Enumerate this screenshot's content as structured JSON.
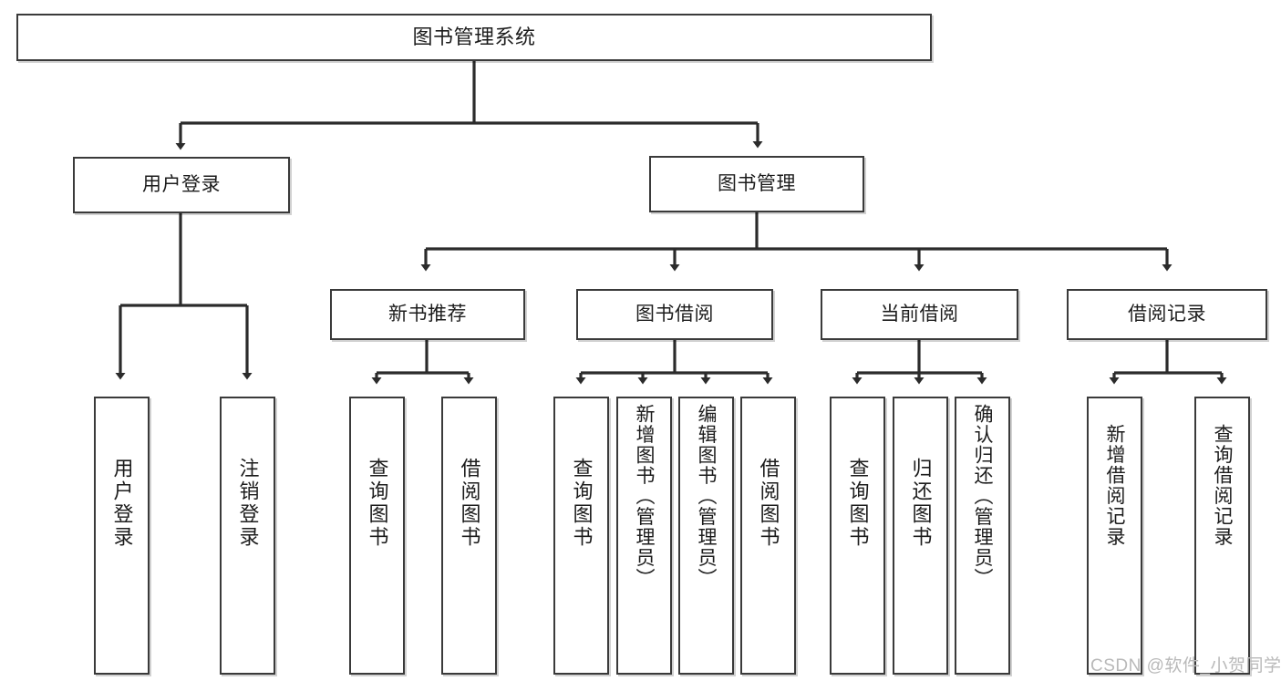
{
  "diagram": {
    "type": "hierarchy-tree",
    "title": "图书管理系统",
    "orientation": "top-down",
    "colors": {
      "box_border": "#3a3a3a",
      "box_fill": "#ffffff",
      "connector": "#2b2b2b",
      "text": "#1c1c1c",
      "watermark": "#b9b9b9"
    }
  },
  "nodes": {
    "root": {
      "label": "图书管理系统",
      "level": 0
    },
    "level1": [
      {
        "id": "user-login",
        "label": "用户登录"
      },
      {
        "id": "book-manage",
        "label": "图书管理"
      }
    ],
    "level2": [
      {
        "id": "new-book-recommend",
        "label": "新书推荐"
      },
      {
        "id": "book-borrow",
        "label": "图书借阅"
      },
      {
        "id": "current-borrow",
        "label": "当前借阅"
      },
      {
        "id": "borrow-record",
        "label": "借阅记录"
      }
    ],
    "leaves": {
      "user_login": [
        {
          "id": "leaf-user-login",
          "label": "用户登录"
        },
        {
          "id": "leaf-logout-login",
          "label": "注销登录"
        }
      ],
      "new_book_recommend": [
        {
          "id": "leaf-query-book-1",
          "label": "查询图书"
        },
        {
          "id": "leaf-borrow-book-1",
          "label": "借阅图书"
        }
      ],
      "book_borrow": [
        {
          "id": "leaf-query-book-2",
          "label": "查询图书"
        },
        {
          "id": "leaf-add-book",
          "label": "新增图书（管理员）"
        },
        {
          "id": "leaf-edit-book",
          "label": "编辑图书（管理员）"
        },
        {
          "id": "leaf-borrow-book-2",
          "label": "借阅图书"
        }
      ],
      "current_borrow": [
        {
          "id": "leaf-query-book-3",
          "label": "查询图书"
        },
        {
          "id": "leaf-return-book",
          "label": "归还图书"
        },
        {
          "id": "leaf-confirm-return",
          "label": "确认归还（管理员）"
        }
      ],
      "borrow_record": [
        {
          "id": "leaf-add-record",
          "label": "新增借阅记录"
        },
        {
          "id": "leaf-query-record",
          "label": "查询借阅记录"
        }
      ]
    }
  },
  "watermark": {
    "text": "CSDN @软件_小贺同学"
  }
}
